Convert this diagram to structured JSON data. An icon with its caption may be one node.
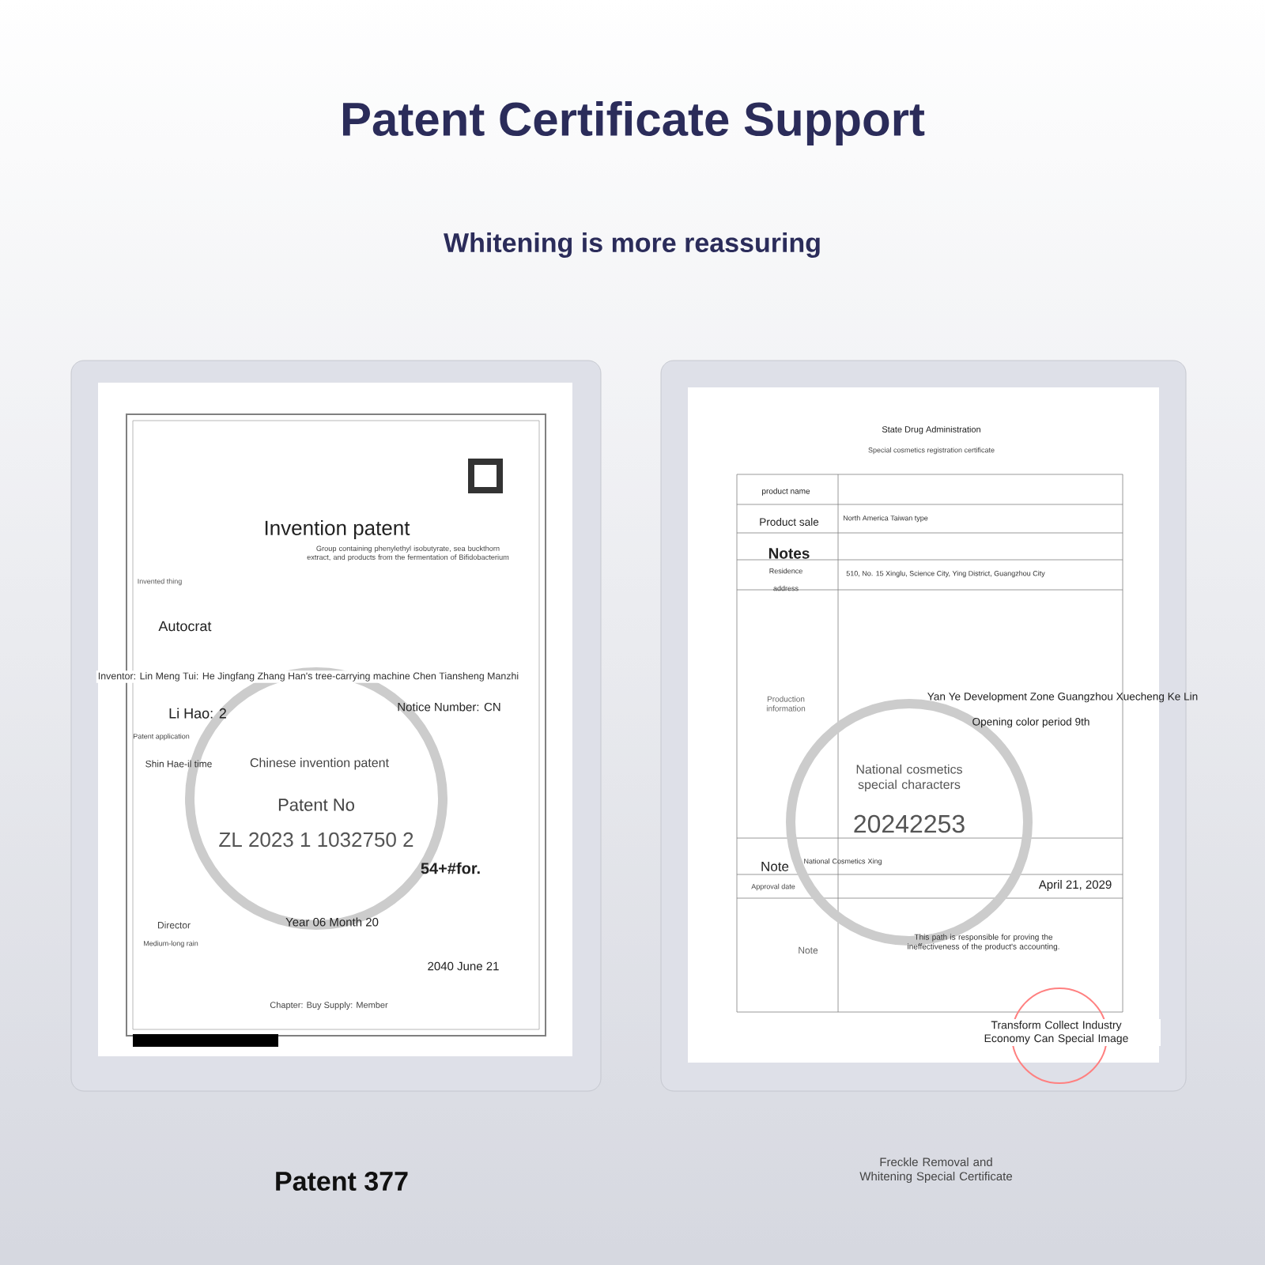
{
  "diagram": {
    "title": "Patent Certificate Support",
    "labels": [
      "Whitening is more reassuring",
      "Invention patent",
      "Invented thing",
      "Group containing phenylethyl isobutyrate, sea buckthorn extract, and products from the fermentation of Bifidobacterium",
      "Autocrat",
      "Inventor: Lin Meng Tui: He Jingfang Zhang Han's tree-carrying machine Chen Tiansheng Manzhi",
      "Li Hao: 2",
      "Notice Number: CN",
      "Patent application",
      "Shin Hae-il time",
      "Chinese invention patent",
      "Patent No",
      "ZL 2023 1 1032750 2",
      "54+#for.",
      "Director",
      "Year 06 Month 20",
      "Medium-long rain",
      "2040 June 21",
      "Chapter: Buy Supply: Member",
      "Patent 377",
      "State Drug Administration",
      "Special cosmetics registration certificate",
      "product name",
      "Product sale",
      "North America Taiwan type",
      "Notes",
      "Residence",
      "address",
      "510, No. 15 Xinglu, Science City, Ying District, Guangzhou City",
      "Production information",
      "Yan Ye Development Zone Guangzhou Xuecheng Ke Lin",
      "Opening color period 9th",
      "National cosmetics special characters",
      "20242253",
      "Note",
      "National Cosmetics Xing",
      "Approval date",
      "April 21, 2029",
      "This path is responsible for proving the ineffectiveness of the product's accounting.",
      "Note",
      "Transform Collect Industry Economy Can Special Image",
      "Freckle Removal and Whitening Special Certificate"
    ]
  }
}
